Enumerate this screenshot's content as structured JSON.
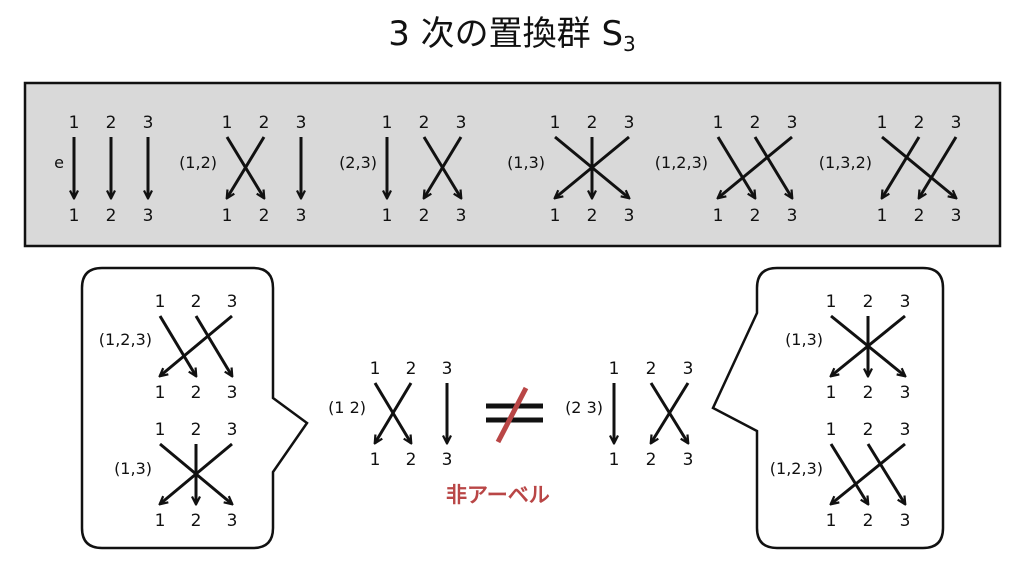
{
  "title": {
    "main": "3 次の置換群 S",
    "sub": "3"
  },
  "colors": {
    "panel": "#d9d9d9",
    "stroke": "#111111",
    "accent": "#b94646"
  },
  "numbers": [
    "1",
    "2",
    "3"
  ],
  "panel": [
    {
      "label": "e",
      "map": [
        1,
        2,
        3
      ]
    },
    {
      "label": "(1,2)",
      "map": [
        2,
        1,
        3
      ]
    },
    {
      "label": "(2,3)",
      "map": [
        1,
        3,
        2
      ]
    },
    {
      "label": "(1,3)",
      "map": [
        3,
        2,
        1
      ]
    },
    {
      "label": "(1,2,3)",
      "map": [
        2,
        3,
        1
      ]
    },
    {
      "label": "(1,3,2)",
      "map": [
        3,
        1,
        2
      ]
    }
  ],
  "left_bubble": [
    {
      "label": "(1,2,3)",
      "map": [
        2,
        3,
        1
      ]
    },
    {
      "label": "(1,3)",
      "map": [
        3,
        2,
        1
      ]
    }
  ],
  "right_bubble": [
    {
      "label": "(1,3)",
      "map": [
        3,
        2,
        1
      ]
    },
    {
      "label": "(1,2,3)",
      "map": [
        2,
        3,
        1
      ]
    }
  ],
  "middle": [
    {
      "label": "(1 2)",
      "map": [
        2,
        1,
        3
      ]
    },
    {
      "label": "(2 3)",
      "map": [
        1,
        3,
        2
      ]
    }
  ],
  "non_abelian": "非アーベル"
}
